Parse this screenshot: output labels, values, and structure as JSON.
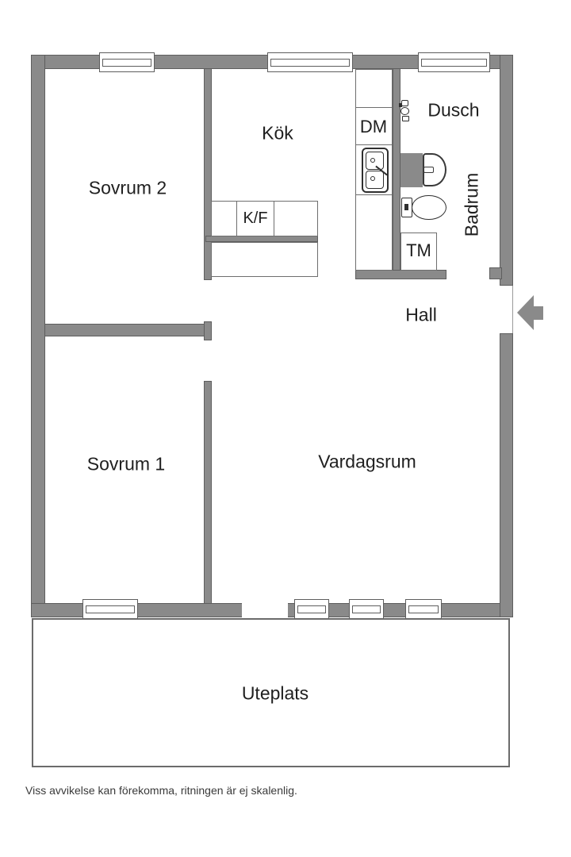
{
  "floorplan": {
    "rooms": {
      "sovrum2": {
        "label": "Sovrum 2"
      },
      "kok": {
        "label": "Kök"
      },
      "dusch": {
        "label": "Dusch"
      },
      "badrum": {
        "label": "Badrum"
      },
      "hall": {
        "label": "Hall"
      },
      "sovrum1": {
        "label": "Sovrum 1"
      },
      "vardagsrum": {
        "label": "Vardagsrum"
      },
      "uteplats": {
        "label": "Uteplats"
      }
    },
    "appliances": {
      "dm": {
        "label": "DM"
      },
      "kf": {
        "label": "K/F"
      },
      "tm": {
        "label": "TM"
      }
    },
    "icons": {
      "entrance_arrow": "left-arrow",
      "shower": "shower-mixer",
      "kitchen_sink": "double-basin-sink",
      "bathroom_sink": "washbasin",
      "toilet": "toilet"
    },
    "disclaimer": "Viss avvikelse kan förekomma, ritningen är ej skalenlig.",
    "colors": {
      "wall": "#8a8a8a",
      "wall_outline": "#5e5e5e",
      "text": "#1f1f1f",
      "fixture_outline": "#2f2f2f"
    }
  }
}
